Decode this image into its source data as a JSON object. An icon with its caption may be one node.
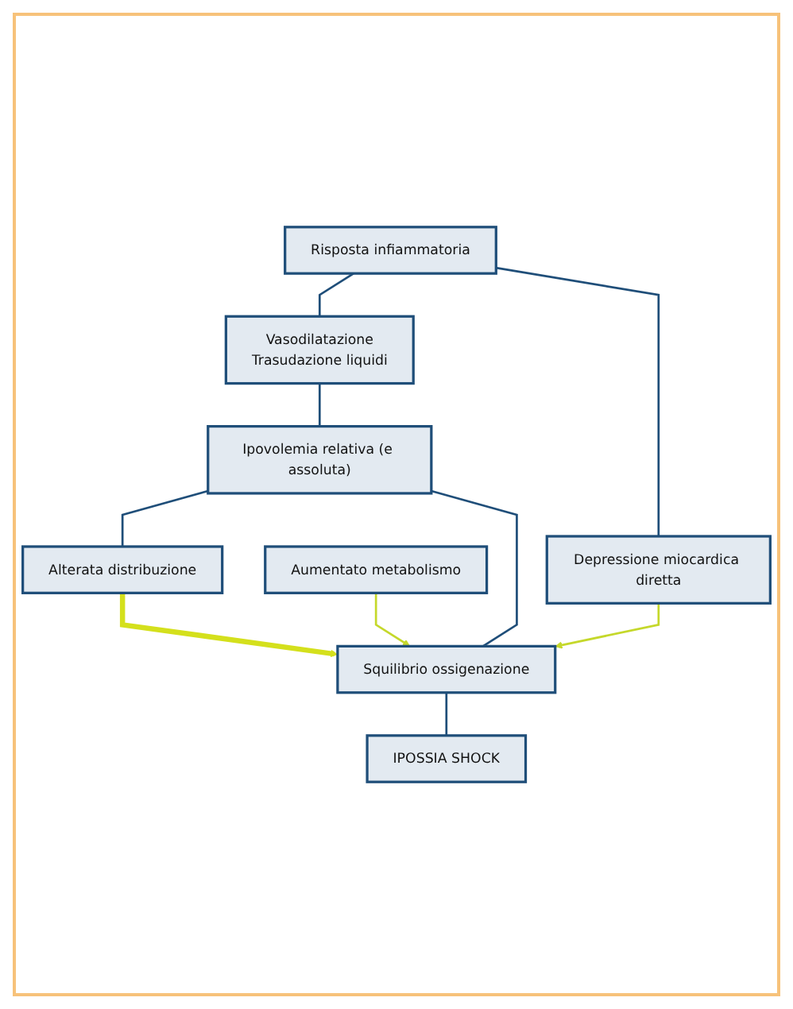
{
  "diagram": {
    "nodes": [
      {
        "text": [
          "Risposta infiammatoria"
        ]
      },
      {
        "text": [
          "Vasodilatazione",
          "Trasudazione liquidi"
        ]
      },
      {
        "text": [
          "Depressione miocardica diretta"
        ]
      },
      {
        "text": [
          "Ipovolemia relativa (e assoluta)"
        ]
      },
      {
        "text": [
          "Aumentato metabolismo"
        ]
      },
      {
        "text": [
          "Alterata distribuzione"
        ]
      },
      {
        "text": [
          "Squilibrio ossigenazione"
        ]
      },
      {
        "text": [
          "IPOSSIA SHOCK"
        ]
      }
    ],
    "edges": [
      {
        "from": 0,
        "to": 1,
        "arrow": "none"
      },
      {
        "from": 0,
        "to": 2,
        "arrow": "none"
      },
      {
        "from": 1,
        "to": 3,
        "arrow": "none"
      },
      {
        "from": 3,
        "to": 5,
        "arrow": "none"
      },
      {
        "from": 3,
        "to": 6,
        "arrow": "none"
      },
      {
        "from": 2,
        "to": 6,
        "arrow": "to",
        "color": "#c5d82b"
      },
      {
        "from": 4,
        "to": 6,
        "arrow": "to",
        "color": "#c5d82b"
      },
      {
        "from": 5,
        "to": 6,
        "arrow": "to",
        "style": "thick",
        "color": "#d4e01c"
      },
      {
        "from": 6,
        "to": 7,
        "arrow": "none"
      }
    ]
  }
}
